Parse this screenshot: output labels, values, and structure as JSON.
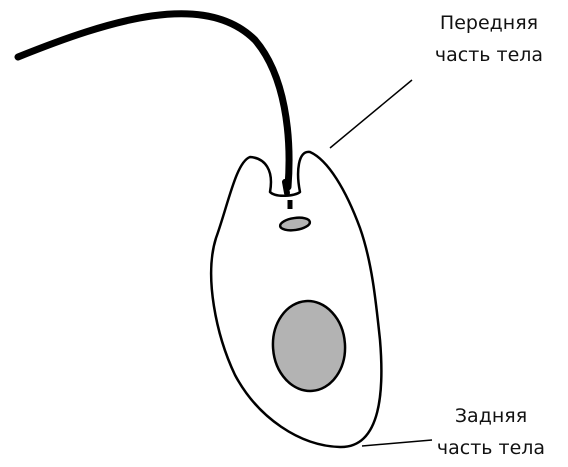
{
  "labels": {
    "front": {
      "line1": "Передняя",
      "line2": "часть тела"
    },
    "back": {
      "line1": "Задняя",
      "line2": "часть тела"
    }
  },
  "colors": {
    "outline": "#000000",
    "nucleus_fill": "#b3b3b3",
    "background": "#ffffff"
  }
}
